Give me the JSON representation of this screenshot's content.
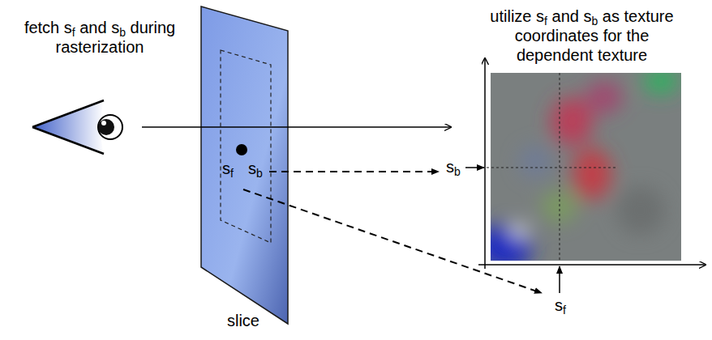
{
  "diagram": {
    "labels": [
      "fetch sf and sb during rasterization",
      "utilize sf and sb as texture coordinates for the dependent texture",
      "sf",
      "sb",
      "sb",
      "sf",
      "slice"
    ]
  }
}
